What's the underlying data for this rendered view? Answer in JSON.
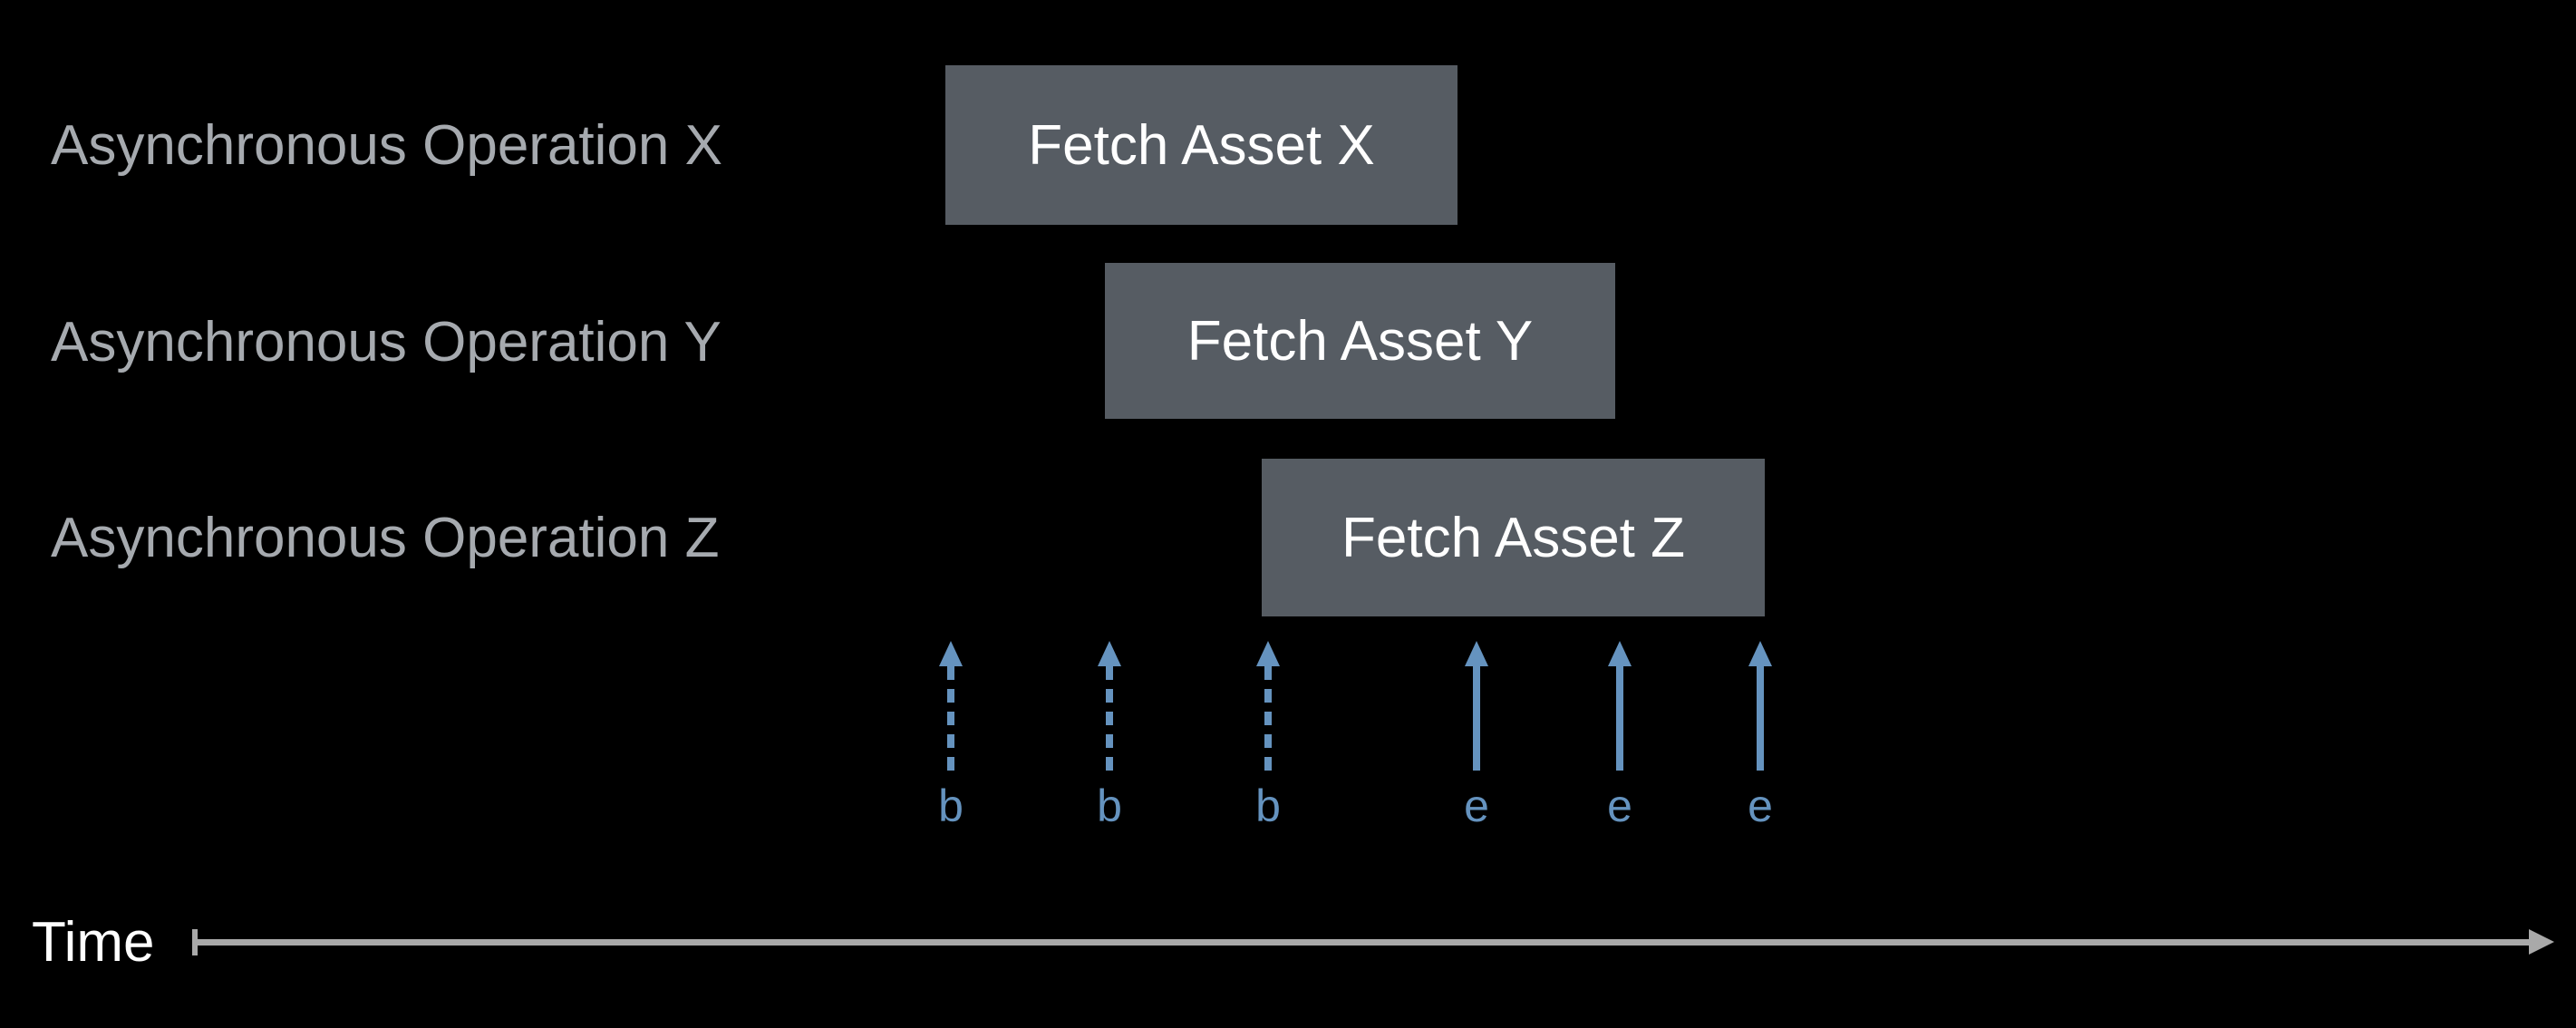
{
  "colors": {
    "background": "#000000",
    "box-fill": "#565C63",
    "box-text": "#FFFFFF",
    "row-label": "#A6AAAF",
    "arrow": "#6593BF",
    "axis": "#A9A9A9",
    "axis-label": "#FFFFFF"
  },
  "rows": [
    {
      "label": "Asynchronous Operation X",
      "box_label": "Fetch Asset X"
    },
    {
      "label": "Asynchronous Operation Y",
      "box_label": "Fetch Asset Y"
    },
    {
      "label": "Asynchronous Operation Z",
      "box_label": "Fetch Asset Z"
    }
  ],
  "markers": [
    {
      "label": "b",
      "line": "dashed"
    },
    {
      "label": "b",
      "line": "dashed"
    },
    {
      "label": "b",
      "line": "dashed"
    },
    {
      "label": "e",
      "line": "solid"
    },
    {
      "label": "e",
      "line": "solid"
    },
    {
      "label": "e",
      "line": "solid"
    }
  ],
  "timeline": {
    "label": "Time"
  }
}
